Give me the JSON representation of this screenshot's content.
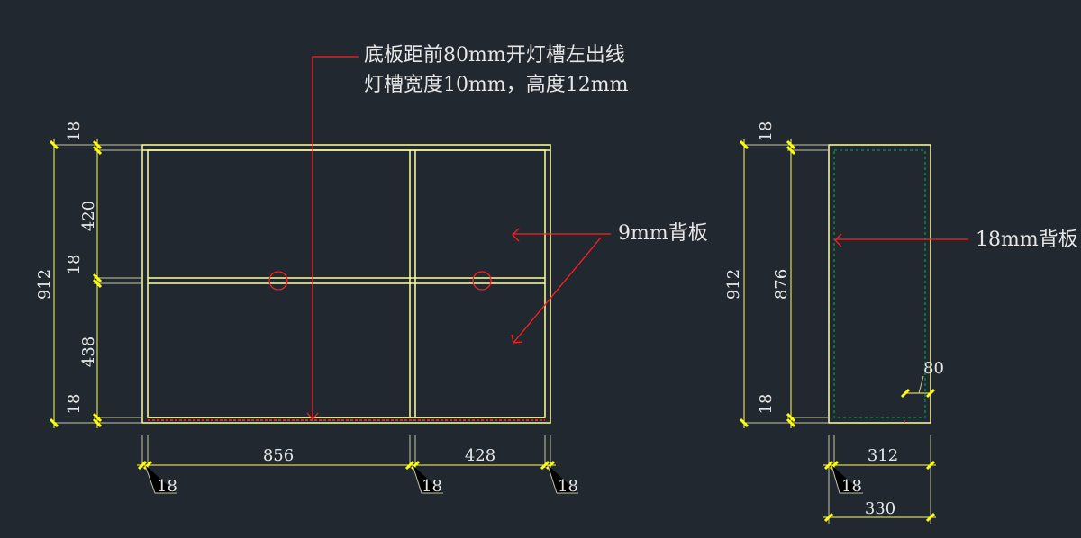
{
  "notes": {
    "groove_line1": "底板距前80mm开灯槽左出线",
    "groove_line2": "灯槽宽度10mm，高度12mm",
    "back_panel_front": "9mm背板",
    "back_panel_side": "18mm背板"
  },
  "front_view": {
    "height_dims": {
      "overall": "912",
      "top_board": "18",
      "upper_opening": "420",
      "middle_shelf": "18",
      "lower_opening": "438",
      "bottom_board": "18"
    },
    "width_dims": {
      "left_bay": "856",
      "right_bay": "428",
      "left_side": "18",
      "divider": "18",
      "right_side": "18"
    }
  },
  "side_view": {
    "height_dims": {
      "overall": "912",
      "inner": "876",
      "top_board": "18",
      "bottom_board": "18"
    },
    "width_dims": {
      "inner_depth": "312",
      "back_panel": "18",
      "overall_depth": "330",
      "groove_offset": "80"
    }
  },
  "colors": {
    "background": "#212830",
    "panel_lines": "#ffff9c",
    "dim_ticks": "#ffff00",
    "leaders": "#ff2020",
    "text": "#e6e6e6"
  }
}
